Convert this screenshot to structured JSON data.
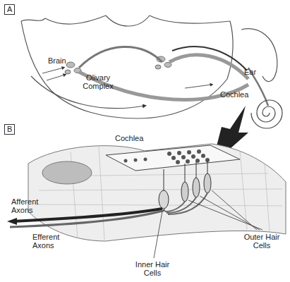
{
  "diagram": {
    "nodes": [
      {
        "text": [
          "A"
        ]
      },
      {
        "text": [
          "B"
        ]
      }
    ],
    "labels": [
      "Brain",
      "Olivary Complex",
      "Ear",
      "Cochlea",
      "Cochlea",
      "Afferent Axons",
      "Efferent Axons",
      "Inner Hair Cells",
      "Outer Hair Cells"
    ]
  }
}
